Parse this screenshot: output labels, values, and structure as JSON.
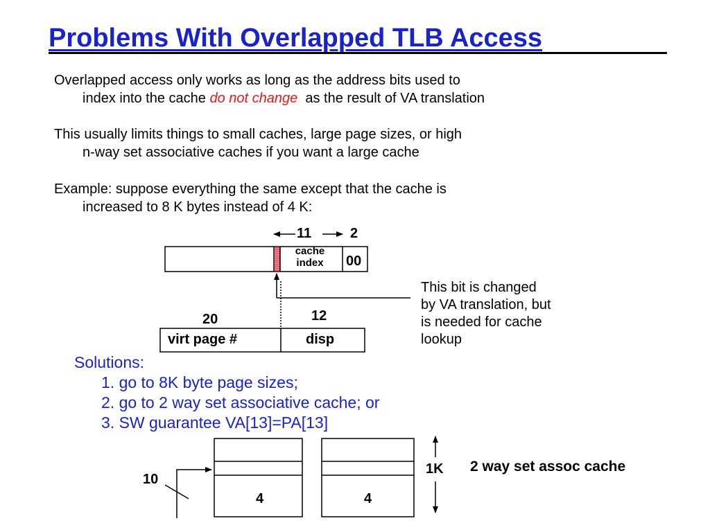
{
  "title": "Problems With Overlapped TLB Access",
  "paragraphs": [
    {
      "line1": "Overlapped access only works as long as the address bits used to",
      "line2_before": "index into the cache ",
      "line2_emph": "do not change",
      "line2_after": "  as the result of VA translation"
    },
    {
      "line1": "This usually limits things to small caches, large page sizes, or high",
      "line2": "n-way set associative caches if you want a large cache"
    },
    {
      "line1": "Example:  suppose everything the same except that the cache is",
      "line2": "increased to 8 K bytes instead of 4 K:"
    }
  ],
  "upper_register": {
    "width_label_left": "11",
    "width_label_right": "2",
    "cache_index_label_1": "cache",
    "cache_index_label_2": "index",
    "offset_label": "00"
  },
  "lower_register": {
    "width_label_left": "20",
    "width_label_right": "12",
    "field_left": "virt page #",
    "field_right": "disp"
  },
  "annotation": {
    "line1": "This bit is changed",
    "line2": "by VA translation, but",
    "line3": "is needed for cache",
    "line4": "lookup"
  },
  "solutions": {
    "heading": "Solutions:",
    "items": [
      "1. go to 8K byte page sizes;",
      "2. go to 2 way set associative cache; or",
      "3. SW guarantee VA[13]=PA[13]"
    ]
  },
  "cache_diagram": {
    "index_bits_label": "10",
    "way1_label": "4",
    "way2_label": "4",
    "size_label": "1K",
    "caption": "2 way set assoc cache"
  },
  "colors": {
    "title": "#1a22cc",
    "emphasis": "#e8171b",
    "solutions": "#1a22cc",
    "changed_bit": "#e87a8a"
  }
}
